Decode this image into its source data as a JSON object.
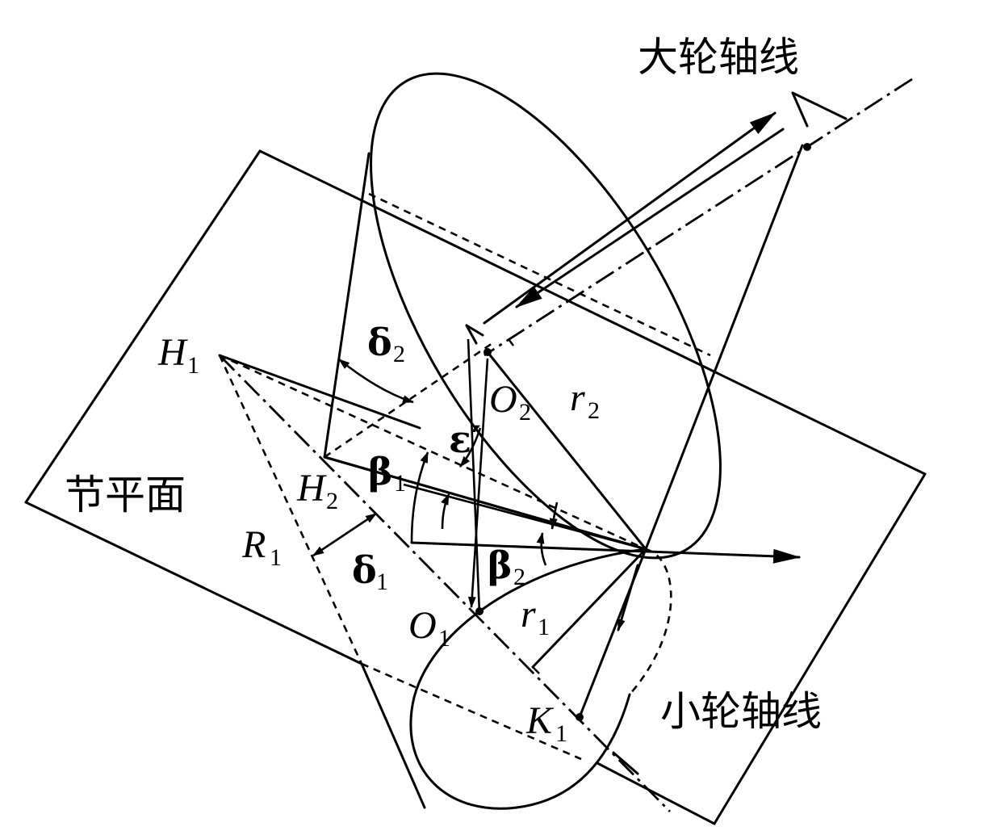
{
  "labels": {
    "big_axis": "大轮轴线",
    "small_axis": "小轮轴线",
    "pitch_plane": "节平面",
    "H1": {
      "main": "H",
      "sub": "1"
    },
    "H2": {
      "main": "H",
      "sub": "2"
    },
    "O1": {
      "main": "O",
      "sub": "1"
    },
    "O2": {
      "main": "O",
      "sub": "2"
    },
    "R1": {
      "main": "R",
      "sub": "1"
    },
    "r1": {
      "main": "r",
      "sub": "1"
    },
    "r2": {
      "main": "r",
      "sub": "2"
    },
    "K1": {
      "main": "K",
      "sub": "1"
    },
    "delta1": {
      "main": "δ",
      "sub": "1"
    },
    "delta2": {
      "main": "δ",
      "sub": "2"
    },
    "beta1": {
      "main": "β",
      "sub": "1"
    },
    "beta2": {
      "main": "β",
      "sub": "2"
    },
    "eps": {
      "main": "ε′"
    }
  },
  "colors": {
    "ink": "#000000",
    "paper": "#ffffff"
  }
}
